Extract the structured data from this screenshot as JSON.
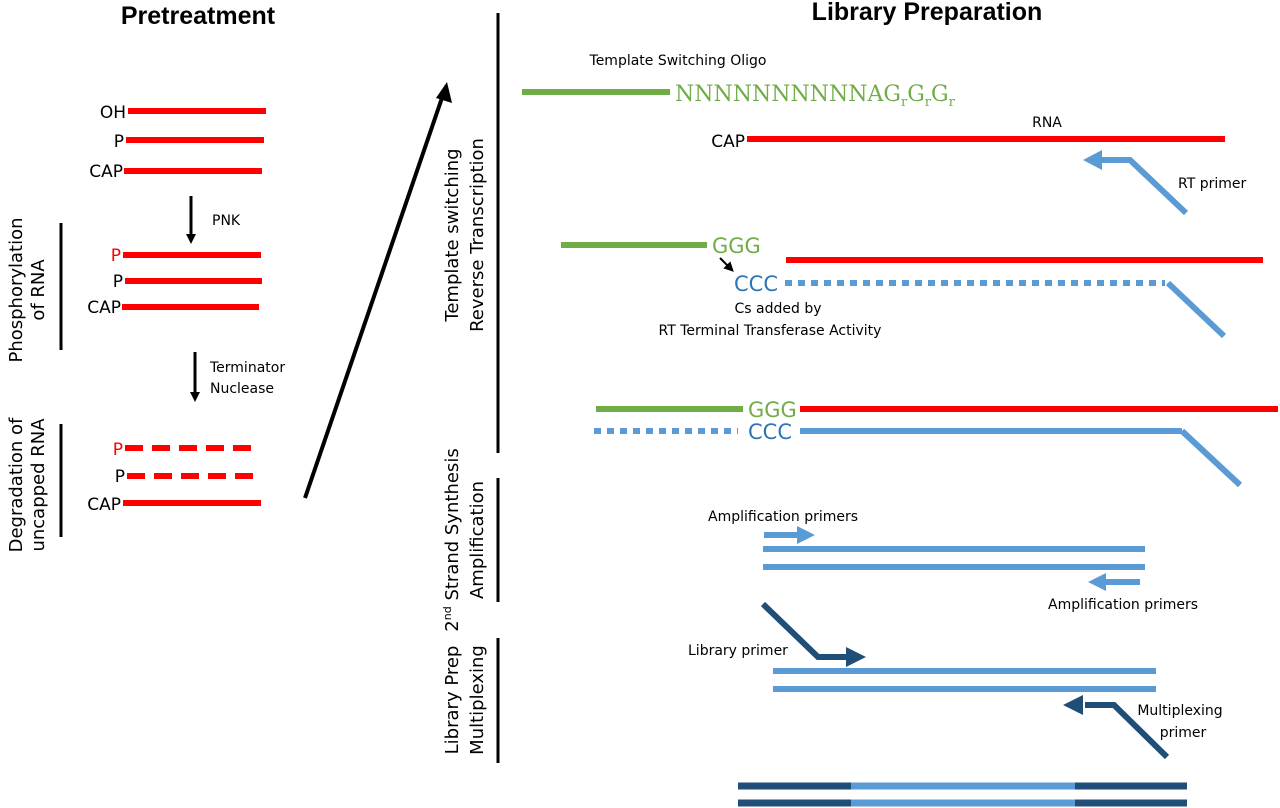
{
  "titles": {
    "pretreatment": "Pretreatment",
    "library_preparation": "Library Preparation"
  },
  "colors": {
    "rna": "#ff0000",
    "oligo": "#70ad47",
    "cdna": "#5b9bd5",
    "library_primer": "#1f4e79",
    "text": "#000000"
  },
  "pretreatment": {
    "initial_ends": [
      "OH",
      "P",
      "CAP"
    ],
    "phosphorylation": {
      "section_label_line1": "Phosphorylation",
      "section_label_line2": "of RNA",
      "enzyme": "PNK",
      "ends": [
        "P",
        "P",
        "CAP"
      ]
    },
    "degradation": {
      "section_label_line1": "Degradation of",
      "section_label_line2": "uncapped RNA",
      "enzyme_line1": "Terminator",
      "enzyme_line2": "Nuclease",
      "ends": [
        "P",
        "P",
        "CAP"
      ]
    }
  },
  "library": {
    "sections": {
      "rt_line1": "Template switching",
      "rt_line2": "Reverse Transcription",
      "amp_line1_base": "2",
      "amp_line1_sup": "nd",
      "amp_line1_rest": " Strand Synthesis",
      "amp_line2": "Amplification",
      "mux_line1": "Library Prep",
      "mux_line2": "Multiplexing"
    },
    "tso_label": "Template Switching Oligo",
    "tso_seq_main": "NNNNNNNNNNAG",
    "tso_seq_sub": "r",
    "tso_seq_g": "G",
    "rna_label": "RNA",
    "cap_label": "CAP",
    "rt_primer_label": "RT primer",
    "ggg": "GGG",
    "ccc": "CCC",
    "cs_added_line1": "Cs added by",
    "cs_added_line2": "RT Terminal Transferase Activity",
    "amp_primers_top": "Amplification primers",
    "amp_primers_bottom": "Amplification primers",
    "library_primer_label": "Library primer",
    "mux_primer_line1": "Multiplexing",
    "mux_primer_line2": "primer"
  }
}
